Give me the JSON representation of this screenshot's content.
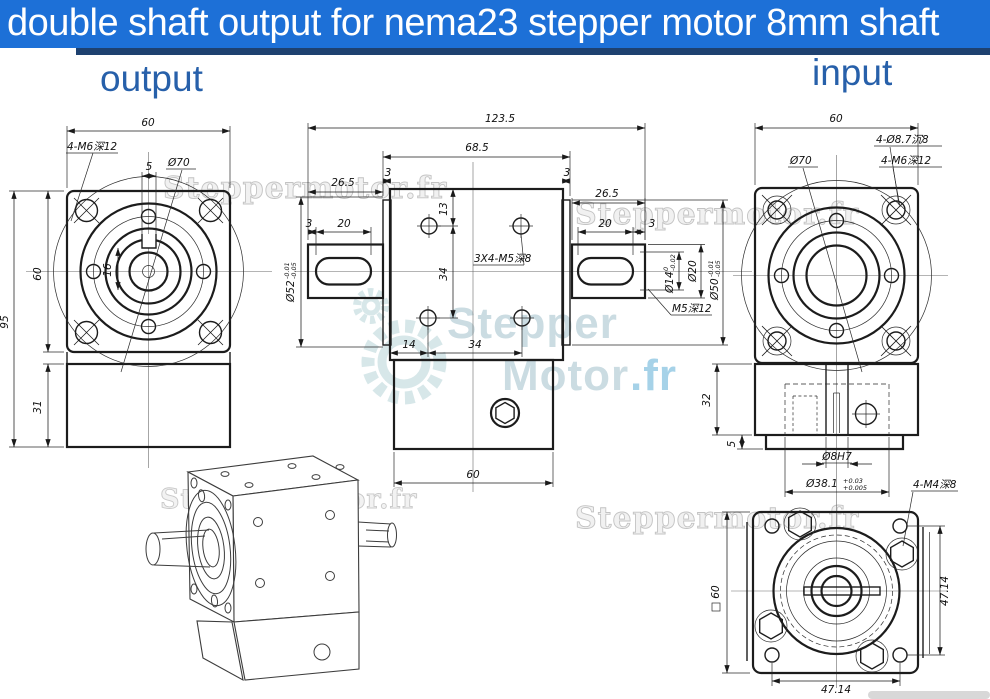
{
  "title_bar": {
    "text": "double shaft output for nema23 stepper motor 8mm shaft"
  },
  "section_labels": {
    "output": "output",
    "input": "input"
  },
  "watermarks": {
    "w1": "Steppermotor.fr",
    "w2": "Steppermotor.fr",
    "w3": "Steppermotor.fr",
    "w4": "Steppermotor.fr",
    "logo": {
      "top": "Stepper",
      "bottom": "Motor",
      "suffix": ".fr"
    }
  },
  "output_view": {
    "dim_width": "60",
    "dim_height": "60",
    "dim_total_height": "95",
    "dim_block_height": "31",
    "dim_key_width": "5",
    "dim_key_height": "16",
    "label_corner_holes": "4-M6深12",
    "label_pilot": "Ø70"
  },
  "side_view": {
    "dim_total_length": "123.5",
    "dim_body_length": "68.5",
    "dim_plate_left": "3",
    "dim_plate_right": "3",
    "dim_shaft_left": "26.5",
    "dim_shaft_right": "26.5",
    "dim_key_offset_left": "3",
    "dim_key_len_left": "20",
    "dim_key_len_right": "20",
    "dim_key_offset_right": "3",
    "dim_hole_top": "13",
    "dim_hole_span_v": "34",
    "dim_hole_left": "14",
    "dim_hole_span_h": "34",
    "dim_body_width": "60",
    "label_side_holes": "3X4-M5深8",
    "label_shaft_thread": "M5深12",
    "boss_left": "Ø52",
    "boss_left_tol_hi": "-0.01",
    "boss_left_tol_lo": "-0.05",
    "shaft_dia": "Ø14",
    "shaft_tol_hi": "0",
    "shaft_tol_lo": "-0.02",
    "hub_dia": "Ø20",
    "boss_right": "Ø50",
    "boss_right_tol_hi": "-0.01",
    "boss_right_tol_lo": "-0.05"
  },
  "input_view": {
    "dim_width": "60",
    "label_counterbore": "4-Ø8.7沉8",
    "label_corner_holes": "4-M6深12",
    "label_pilot": "Ø70",
    "dim_block_height": "32",
    "dim_base": "5",
    "label_bore": "Ø8H7",
    "pilot_dia": "Ø38.1",
    "pilot_tol_hi": "+0.03",
    "pilot_tol_lo": "+0.005",
    "label_screws": "4-M4深8"
  },
  "bottom_view": {
    "dim_square": "60",
    "dim_spacing_v": "47.14",
    "dim_spacing_h": "47.14"
  }
}
